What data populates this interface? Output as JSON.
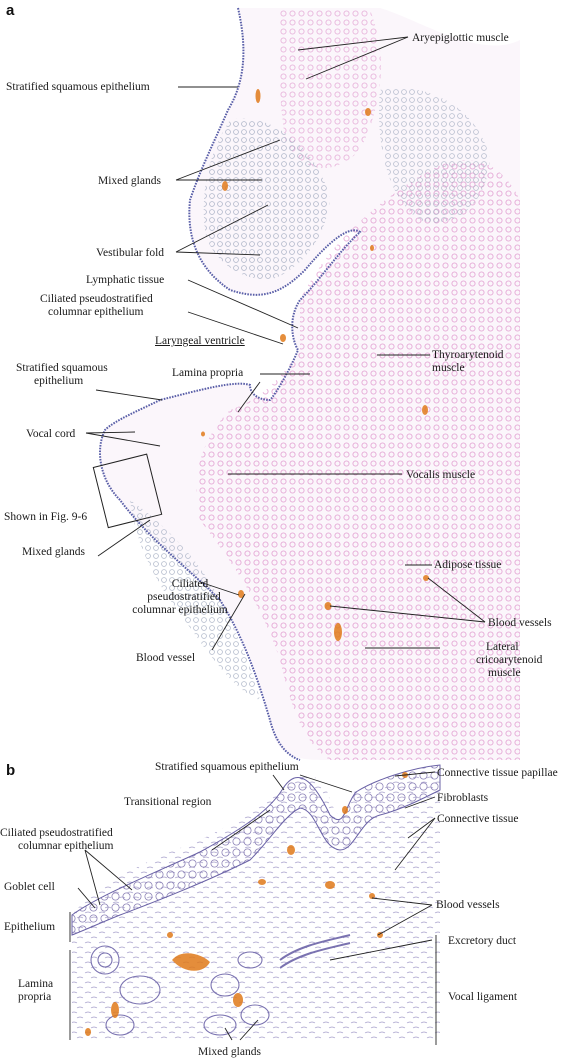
{
  "panel_a": {
    "letter": "a",
    "labels": {
      "aryepiglottic": "Aryepiglottic muscle",
      "stratified_top": "Stratified squamous epithelium",
      "mixed_glands_top": "Mixed glands",
      "vestibular_fold": "Vestibular fold",
      "lymphatic_tissue": "Lymphatic tissue",
      "ciliated_1_line1": "Ciliated pseudostratified",
      "ciliated_1_line2": "columnar epithelium",
      "laryngeal_ventricle": "Laryngeal ventricle",
      "thyroarytenoid_line1": "Thyroarytenoid",
      "thyroarytenoid_line2": "muscle",
      "stratified_mid_line1": "Stratified squamous",
      "stratified_mid_line2": "epithelium",
      "lamina_propria": "Lamina propria",
      "vocal_cord": "Vocal cord",
      "vocalis_muscle": "Vocalis muscle",
      "shown_in": "Shown in Fig. 9-6",
      "mixed_glands_low": "Mixed glands",
      "adipose_tissue": "Adipose tissue",
      "ciliated_2_line1": "Ciliated",
      "ciliated_2_line2": "pseudostratified",
      "ciliated_2_line3": "columnar epithelium",
      "blood_vessels": "Blood vessels",
      "blood_vessel": "Blood vessel",
      "lateral_line1": "Lateral",
      "lateral_line2": "cricoarytenoid",
      "lateral_line3": "muscle"
    }
  },
  "panel_b": {
    "letter": "b",
    "labels": {
      "stratified": "Stratified squamous epithelium",
      "transitional": "Transitional region",
      "connective_papillae": "Connective tissue papillae",
      "ciliated_line1": "Ciliated pseudostratified",
      "ciliated_line2": "columnar epithelium",
      "fibroblasts": "Fibroblasts",
      "connective_tissue": "Connective tissue",
      "goblet_cell": "Goblet cell",
      "blood_vessels": "Blood vessels",
      "epithelium": "Epithelium",
      "excretory_duct": "Excretory duct",
      "lamina_line1": "Lamina",
      "lamina_line2": "propria",
      "vocal_ligament": "Vocal ligament",
      "mixed_glands": "Mixed glands"
    }
  },
  "colors": {
    "muscle": "#e8a6d6",
    "glands": "#9aa3b8",
    "epithelium": "#5a5fa8",
    "blood": "#e07a1a",
    "line": "#222222"
  }
}
